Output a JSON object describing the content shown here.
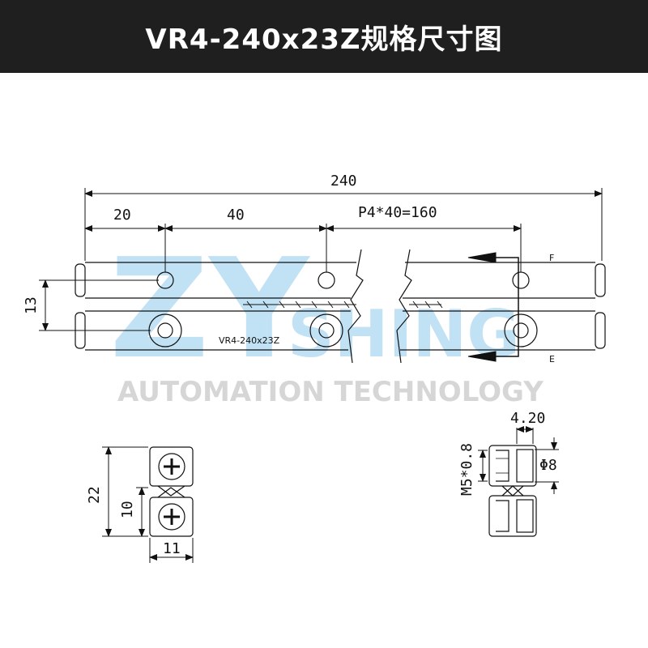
{
  "header": {
    "title": "VR4-240x23Z规格尺寸图"
  },
  "watermark": {
    "letters": "ZY",
    "brand": "SHING",
    "subtitle": "AUTOMATION TECHNOLOGY"
  },
  "dimensions": {
    "total_length": "240",
    "end_offset": "20",
    "hole_spacing": "40",
    "pitch": "P4*40=160",
    "rail_gap": "13",
    "counterbore_width": "4.20",
    "thread": "M5*0.8",
    "counterbore_dia": "Φ8",
    "cross_height": "22",
    "cross_inner": "10",
    "cross_width": "11"
  },
  "labels": {
    "part_marking": "VR4-240x23Z",
    "section_left": "F",
    "section_right": "E"
  },
  "colors": {
    "header_bg": "#1f1f1f",
    "header_text": "#ffffff",
    "line": "#111111",
    "watermark_blue": "#8fc9ee",
    "watermark_gray": "#c9c9c9"
  }
}
